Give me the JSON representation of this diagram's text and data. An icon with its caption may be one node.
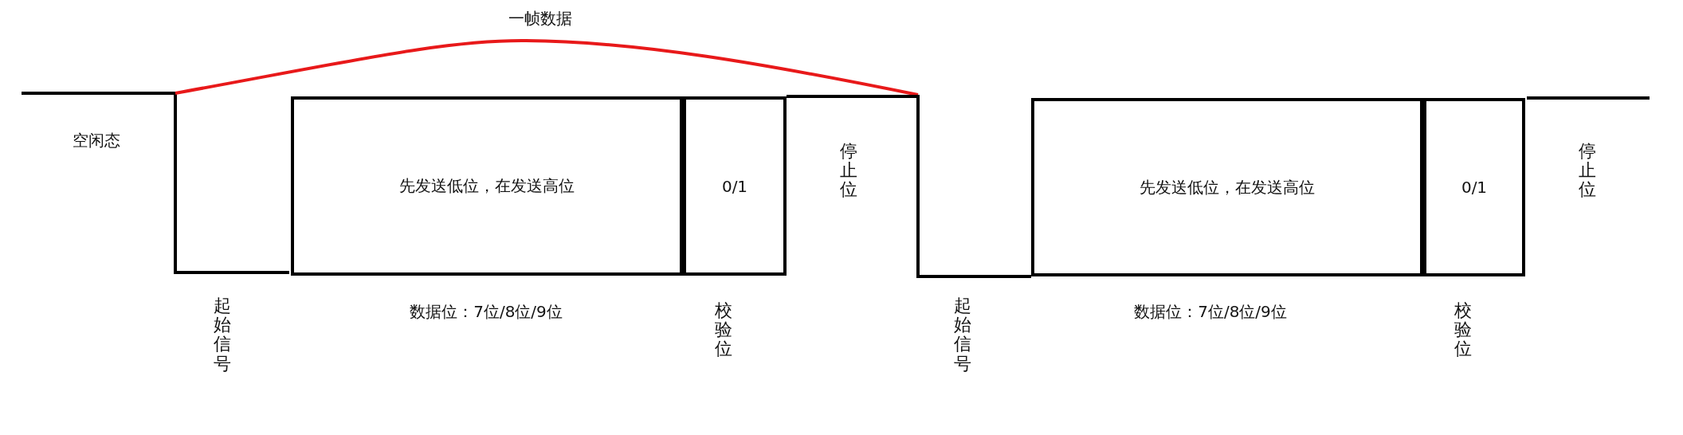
{
  "diagram": {
    "nodes": [
      {
        "text": [
          "先发送低位，在发送高位"
        ],
        "beside": [
          "数据位：7位/8位/9位"
        ]
      },
      {
        "text": [
          "0/1"
        ],
        "beside": [
          "校验位"
        ]
      },
      {
        "text": [
          "先发送低位，在发送高位"
        ],
        "beside": [
          "数据位：7位/8位/9位"
        ]
      },
      {
        "text": [
          "0/1"
        ],
        "beside": [
          "校验位"
        ]
      }
    ],
    "edges": [
      {
        "from": 1,
        "to": 2,
        "arrow": "none"
      }
    ],
    "labels": [
      "一帧数据",
      "空闲态",
      "起始信号",
      "停止位",
      "起始信号",
      "停止位"
    ]
  }
}
